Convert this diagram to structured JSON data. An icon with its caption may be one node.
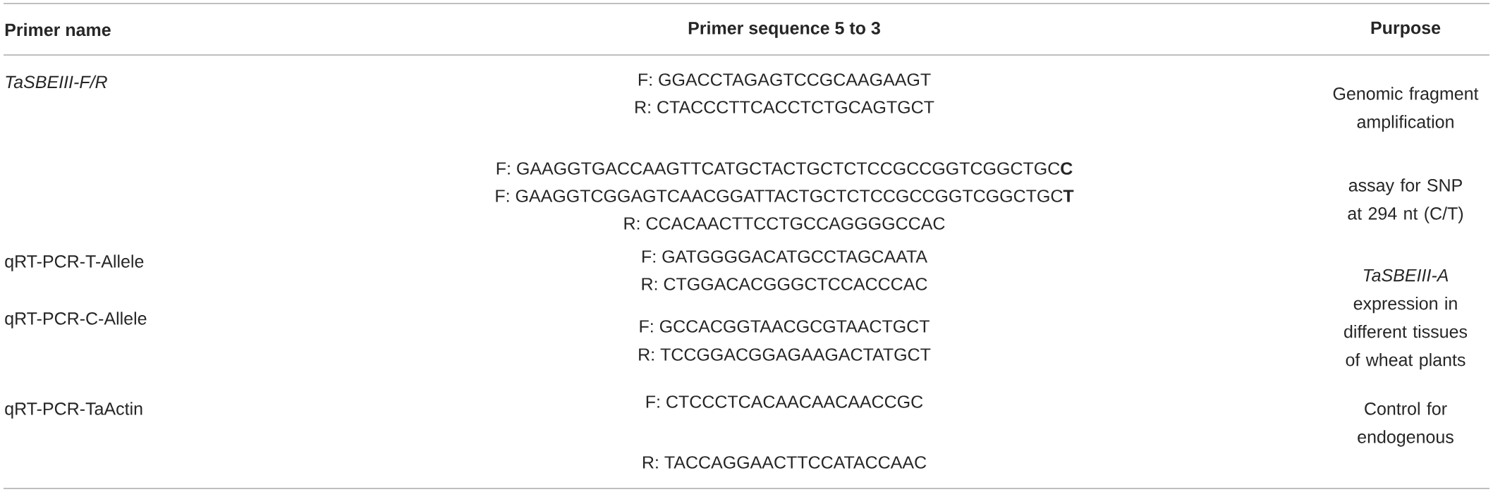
{
  "diagram": {
    "labels": [
      "Primer name",
      "Primer sequence 5 to 3",
      "Purpose",
      "TaSBEIII-F/R",
      "F: GGACCTAGAGTCCGCAAGAAGT",
      "R: CTACCCTTCACCTCTGCAGTGCT",
      "Genomic fragment amplification",
      "F: GAAGGTGACCAAGTTCATGCTACTGCTCTCCGCCGGTCGGCTGC**C**",
      "F: GAAGGTCGGAGTCAACGGATTACTGCTCTCCGCCGGTCGGCTGC**T**",
      "R: CCACAACTTCCTGCCAGGGGCCAC",
      "assay for SNP at 294 nt (C/T)",
      "qRT-PCR-T-Allele",
      "F: GATGGGGACATGCCTAGCAATA",
      "R: CTGGACACGGGCTCCACCCAC",
      "*TaSBEIII-A* expression in different tissues of wheat plants",
      "qRT-PCR-C-Allele",
      "F: GCCACGGTAACGCGTAACTGCT",
      "R: TCCGGACGGAGAAGACTATGCT",
      "qRT-PCR-TaActin",
      "F: CTCCCTCACAACAACAACCGC",
      "Control for endogenous",
      "R: TACCAGGAACTTCCATACCAAC"
    ]
  }
}
